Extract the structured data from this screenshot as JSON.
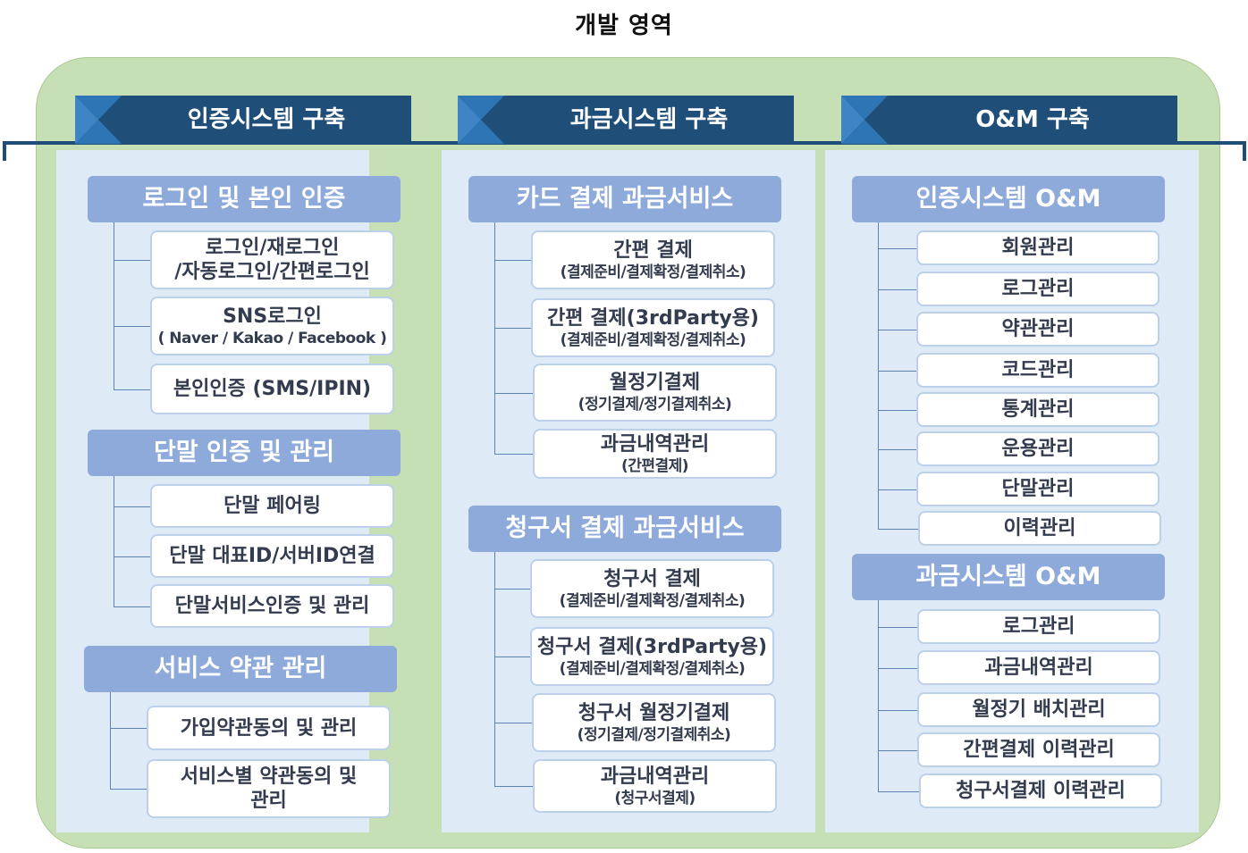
{
  "title": "개발 영역",
  "columns": [
    {
      "header": "인증시스템 구축",
      "groups": [
        {
          "title": "로그인  및 본인 인증",
          "items": [
            {
              "main": "로그인/재로그인",
              "main2": "/자동로그인/간편로그인"
            },
            {
              "main": "SNS로그인",
              "sub": "( Naver / Kakao / Facebook )"
            },
            {
              "main": "본인인증 (SMS/IPIN)"
            }
          ]
        },
        {
          "title": "단말 인증 및 관리",
          "items": [
            {
              "main": "단말 페어링"
            },
            {
              "main": "단말 대표ID/서버ID연결"
            },
            {
              "main": "단말서비스인증 및 관리"
            }
          ]
        },
        {
          "title": "서비스 약관 관리",
          "items": [
            {
              "main": "가입약관동의 및 관리"
            },
            {
              "main": "서비스별 약관동의 및",
              "main2": "관리"
            }
          ]
        }
      ]
    },
    {
      "header": "과금시스템 구축",
      "groups": [
        {
          "title": "카드 결제 과금서비스",
          "items": [
            {
              "main": "간편 결제",
              "sub": "(결제준비/결제확정/결제취소)"
            },
            {
              "main": "간편 결제(3rdParty용)",
              "sub": "(결제준비/결제확정/결제취소)"
            },
            {
              "main": "월정기결제",
              "sub": "(정기결제/정기결제취소)"
            },
            {
              "main": "과금내역관리",
              "sub": "(간편결제)"
            }
          ]
        },
        {
          "title": "청구서 결제 과금서비스",
          "items": [
            {
              "main": "청구서 결제",
              "sub": "(결제준비/결제확정/결제취소)"
            },
            {
              "main": "청구서 결제(3rdParty용)",
              "sub": "(결제준비/결제확정/결제취소)"
            },
            {
              "main": "청구서 월정기결제",
              "sub": "(정기결제/정기결제취소)"
            },
            {
              "main": "과금내역관리",
              "sub": "(청구서결제)"
            }
          ]
        }
      ]
    },
    {
      "header": "O&M 구축",
      "groups": [
        {
          "title": "인증시스템 O&M",
          "items": [
            {
              "main": "회원관리"
            },
            {
              "main": "로그관리"
            },
            {
              "main": "약관관리"
            },
            {
              "main": "코드관리"
            },
            {
              "main": "통계관리"
            },
            {
              "main": "운용관리"
            },
            {
              "main": "단말관리"
            },
            {
              "main": "이력관리"
            }
          ]
        },
        {
          "title": "과금시스템 O&M",
          "items": [
            {
              "main": "로그관리"
            },
            {
              "main": "과금내역관리"
            },
            {
              "main": "월정기 배치관리"
            },
            {
              "main": "간편결제 이력관리"
            },
            {
              "main": "청구서결제 이력관리"
            }
          ]
        }
      ]
    }
  ]
}
